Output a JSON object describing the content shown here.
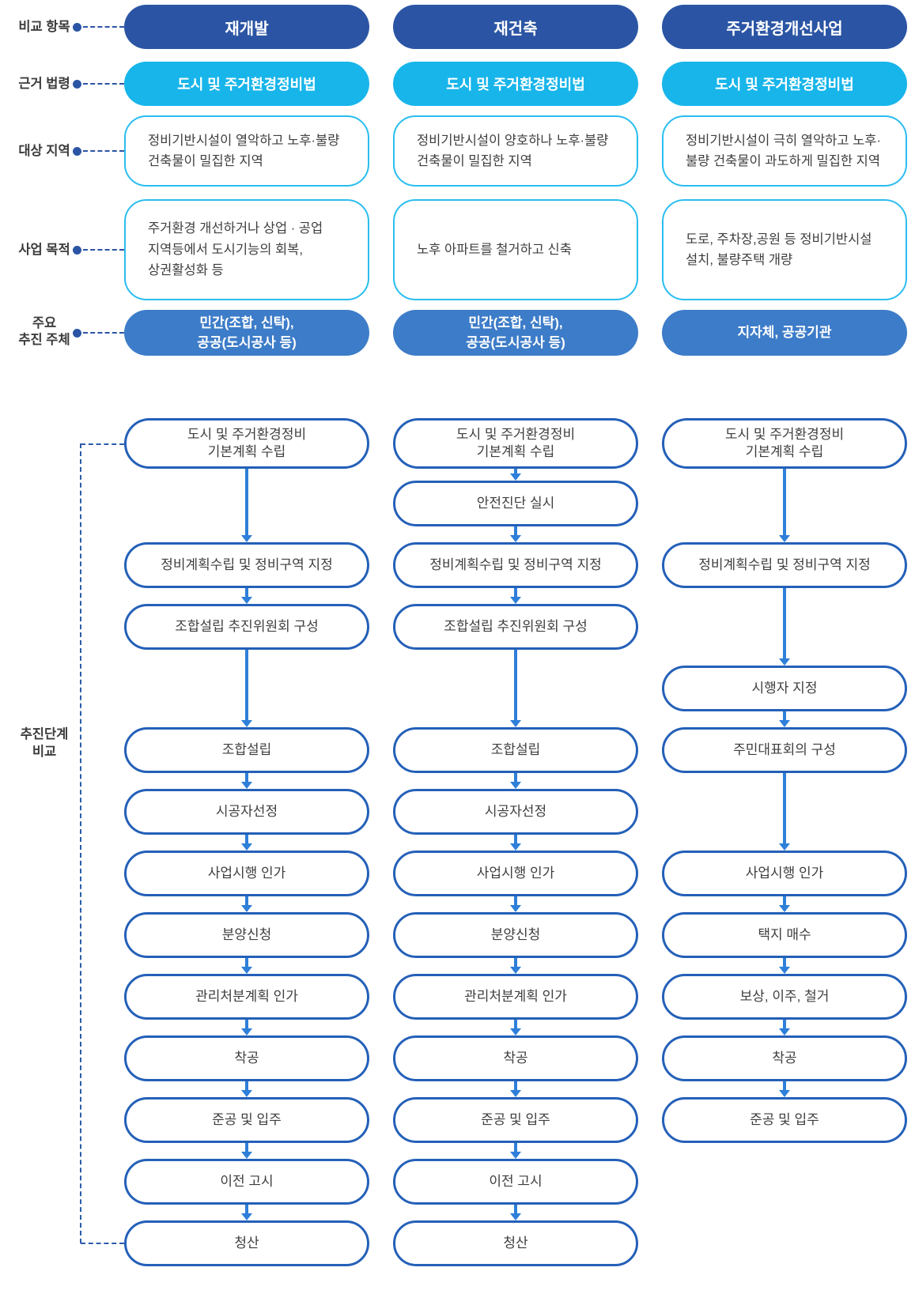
{
  "palette": {
    "header_pill": "#2b55a4",
    "law_pill": "#18b5ea",
    "body_box_border": "#2abdef",
    "subject_pill": "#3d7cc8",
    "flow_box_border": "#2460b8",
    "arrow": "#2e7fd9",
    "connector_dash": "#2c5caa",
    "text": "#3e3e3e"
  },
  "comparison": {
    "row_labels": {
      "item": "비교 항목",
      "law": "근거 법령",
      "target_area": "대상 지역",
      "purpose": "사업 목적",
      "main_body": "주요\n추진 주체"
    },
    "columns": [
      {
        "title": "재개발",
        "law": "도시 및 주거환경정비법",
        "target_area": "정비기반시설이 열악하고 노후·불량\n건축물이 밀집한 지역",
        "purpose": "주거환경 개선하거나 상업 · 공업\n지역등에서 도시기능의 회복,\n상권활성화 등",
        "main_body": "민간(조합, 신탁),\n공공(도시공사 등)"
      },
      {
        "title": "재건축",
        "law": "도시 및 주거환경정비법",
        "target_area": "정비기반시설이 양호하나 노후·불량\n건축물이 밀집한 지역",
        "purpose": "노후 아파트를 철거하고 신축",
        "main_body": "민간(조합, 신탁),\n공공(도시공사 등)"
      },
      {
        "title": "주거환경개선사업",
        "law": "도시 및 주거환경정비법",
        "target_area": "정비기반시설이 극히 열악하고 노후·\n불량 건축물이 과도하게 밀집한 지역",
        "purpose": "도로, 주차장,공원 등 정비기반시설\n설치, 불량주택 개량",
        "main_body": "지자체, 공공기관"
      }
    ]
  },
  "flow": {
    "section_label": "추진단계\n비교",
    "columns": [
      {
        "name": "재개발",
        "steps": [
          {
            "label": "도시 및 주거환경정비\n기본계획 수립"
          },
          {
            "label": "정비계획수립 및 정비구역 지정"
          },
          {
            "label": "조합설립 추진위원회 구성"
          },
          {
            "label": "조합설립"
          },
          {
            "label": "시공자선정"
          },
          {
            "label": "사업시행 인가"
          },
          {
            "label": "분양신청"
          },
          {
            "label": "관리처분계획 인가"
          },
          {
            "label": "착공"
          },
          {
            "label": "준공 및 입주"
          },
          {
            "label": "이전 고시"
          },
          {
            "label": "청산"
          }
        ]
      },
      {
        "name": "재건축",
        "steps": [
          {
            "label": "도시 및 주거환경정비\n기본계획 수립"
          },
          {
            "label": "안전진단 실시"
          },
          {
            "label": "정비계획수립 및 정비구역 지정"
          },
          {
            "label": "조합설립 추진위원회 구성"
          },
          {
            "label": "조합설립"
          },
          {
            "label": "시공자선정"
          },
          {
            "label": "사업시행 인가"
          },
          {
            "label": "분양신청"
          },
          {
            "label": "관리처분계획 인가"
          },
          {
            "label": "착공"
          },
          {
            "label": "준공 및 입주"
          },
          {
            "label": "이전 고시"
          },
          {
            "label": "청산"
          }
        ]
      },
      {
        "name": "주거환경개선사업",
        "steps": [
          {
            "label": "도시 및 주거환경정비\n기본계획 수립"
          },
          {
            "label": "정비계획수립 및 정비구역 지정"
          },
          {
            "label": "시행자 지정"
          },
          {
            "label": "주민대표회의 구성"
          },
          {
            "label": "사업시행 인가"
          },
          {
            "label": "택지 매수"
          },
          {
            "label": "보상, 이주, 철거"
          },
          {
            "label": "착공"
          },
          {
            "label": "준공 및 입주"
          }
        ]
      }
    ]
  }
}
